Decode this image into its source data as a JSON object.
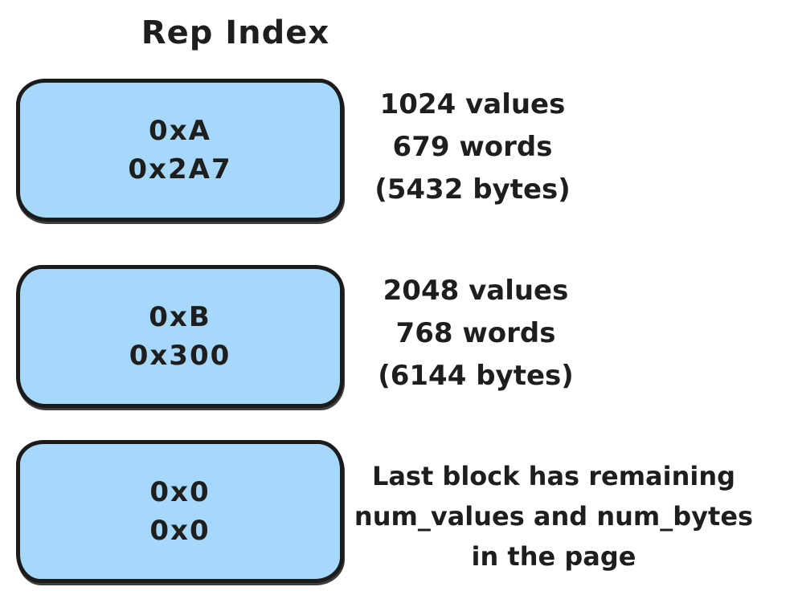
{
  "title": "Rep Index",
  "colors": {
    "block_fill": "#a5d8fa",
    "stroke": "#1b1b1b",
    "text": "#1e1e1e",
    "background": "#ffffff"
  },
  "blocks": [
    {
      "name": "block-a",
      "lines": [
        "0xA",
        "0x2A7"
      ],
      "annotation": [
        "1024 values",
        "679 words",
        "(5432 bytes)"
      ]
    },
    {
      "name": "block-b",
      "lines": [
        "0xB",
        "0x300"
      ],
      "annotation": [
        "2048 values",
        "768 words",
        "(6144 bytes)"
      ]
    },
    {
      "name": "block-last",
      "lines": [
        "0x0",
        "0x0"
      ],
      "annotation": [
        "Last block has remaining",
        "num_values and num_bytes",
        "in the page"
      ]
    }
  ]
}
